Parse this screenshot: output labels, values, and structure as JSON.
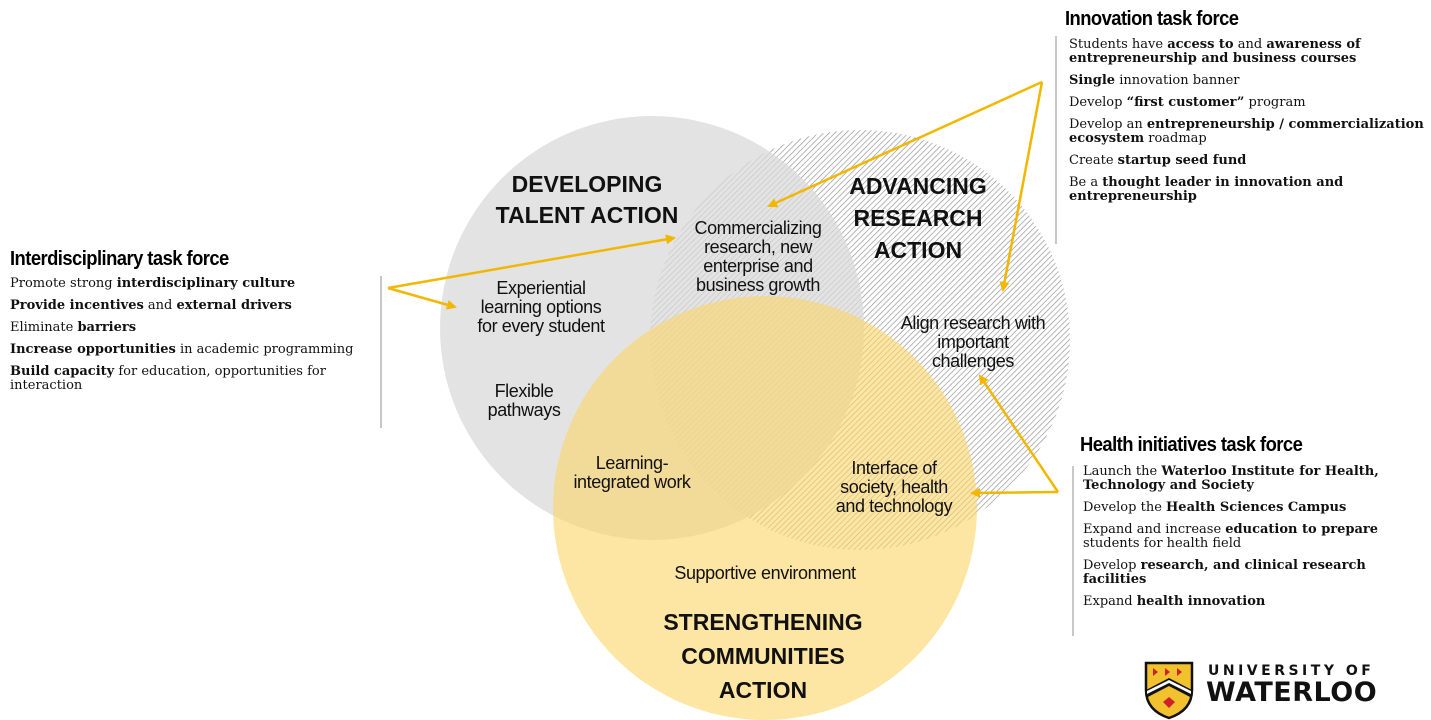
{
  "circles": {
    "talent": {
      "title_line1": "DEVELOPING",
      "title_line2": "TALENT ACTION"
    },
    "research": {
      "title_line1": "ADVANCING",
      "title_line2": "RESEARCH",
      "title_line3": "ACTION"
    },
    "communities": {
      "title_line1": "STRENGTHENING",
      "title_line2": "COMMUNITIES",
      "title_line3": "ACTION"
    }
  },
  "labels": {
    "experiential": [
      "Experiential",
      "learning options",
      "for every student"
    ],
    "flexible": [
      "Flexible",
      "pathways"
    ],
    "commercializing": [
      "Commercializing",
      "research, new",
      "enterprise and",
      "business growth"
    ],
    "align": [
      "Align research with",
      "important",
      "challenges"
    ],
    "learning": [
      "Learning-",
      "integrated work"
    ],
    "interface": [
      "Interface of",
      "society, health",
      "and technology"
    ],
    "supportive": "Supportive environment"
  },
  "interdisciplinary": {
    "title": "Interdisciplinary task force",
    "items": [
      {
        "parts": [
          [
            "Promote strong ",
            false
          ],
          [
            "interdisciplinary culture",
            true
          ]
        ]
      },
      {
        "parts": [
          [
            "Provide incentives",
            true
          ],
          [
            " and ",
            false
          ],
          [
            "external drivers",
            true
          ]
        ]
      },
      {
        "parts": [
          [
            "Eliminate ",
            false
          ],
          [
            "barriers",
            true
          ]
        ]
      },
      {
        "parts": [
          [
            "Increase opportunities",
            true
          ],
          [
            " in academic programming",
            false
          ]
        ]
      },
      {
        "parts": [
          [
            "Build capacity",
            true
          ],
          [
            " for education, opportunities for interaction",
            false
          ]
        ]
      }
    ]
  },
  "innovation": {
    "title": "Innovation task force",
    "items": [
      {
        "parts": [
          [
            "Students have ",
            false
          ],
          [
            "access to",
            true
          ],
          [
            " and ",
            false
          ],
          [
            "awareness of entrepreneurship and business courses",
            true
          ]
        ]
      },
      {
        "parts": [
          [
            "Single",
            true
          ],
          [
            " innovation banner",
            false
          ]
        ]
      },
      {
        "parts": [
          [
            "Develop ",
            false
          ],
          [
            "“first customer”",
            true
          ],
          [
            " program",
            false
          ]
        ]
      },
      {
        "parts": [
          [
            "Develop an ",
            false
          ],
          [
            "entrepreneurship / commercialization ecosystem",
            true
          ],
          [
            " roadmap",
            false
          ]
        ]
      },
      {
        "parts": [
          [
            "Create ",
            false
          ],
          [
            "startup seed fund",
            true
          ]
        ]
      },
      {
        "parts": [
          [
            "Be a ",
            false
          ],
          [
            "thought leader in innovation and entrepreneurship",
            true
          ]
        ]
      }
    ]
  },
  "health": {
    "title": "Health initiatives task force",
    "items": [
      {
        "parts": [
          [
            "Launch the ",
            false
          ],
          [
            "Waterloo Institute for Health, Technology and Society",
            true
          ]
        ]
      },
      {
        "parts": [
          [
            "Develop the ",
            false
          ],
          [
            "Health Sciences Campus",
            true
          ]
        ]
      },
      {
        "parts": [
          [
            "Expand and increase ",
            false
          ],
          [
            "education to prepare",
            true
          ],
          [
            " students for health field",
            false
          ]
        ]
      },
      {
        "parts": [
          [
            "Develop ",
            false
          ],
          [
            "research, and clinical research facilities",
            true
          ]
        ]
      },
      {
        "parts": [
          [
            "Expand ",
            false
          ],
          [
            "health innovation",
            true
          ]
        ]
      }
    ]
  },
  "logo": {
    "line1": "UNIVERSITY OF",
    "line2": "WATERLOO"
  },
  "colors": {
    "talent_circle": "#e2e2e2",
    "communities_circle": "#fadb7a",
    "arrow": "#f2b700",
    "hatch": "#8c8c8c"
  }
}
